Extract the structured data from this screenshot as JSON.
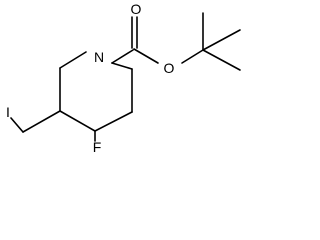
{
  "molecule": {
    "atoms": {
      "nitrogen": "N",
      "carbonyl_oxygen": "O",
      "ester_oxygen": "O",
      "fluorine": "F",
      "iodine": "I"
    }
  }
}
